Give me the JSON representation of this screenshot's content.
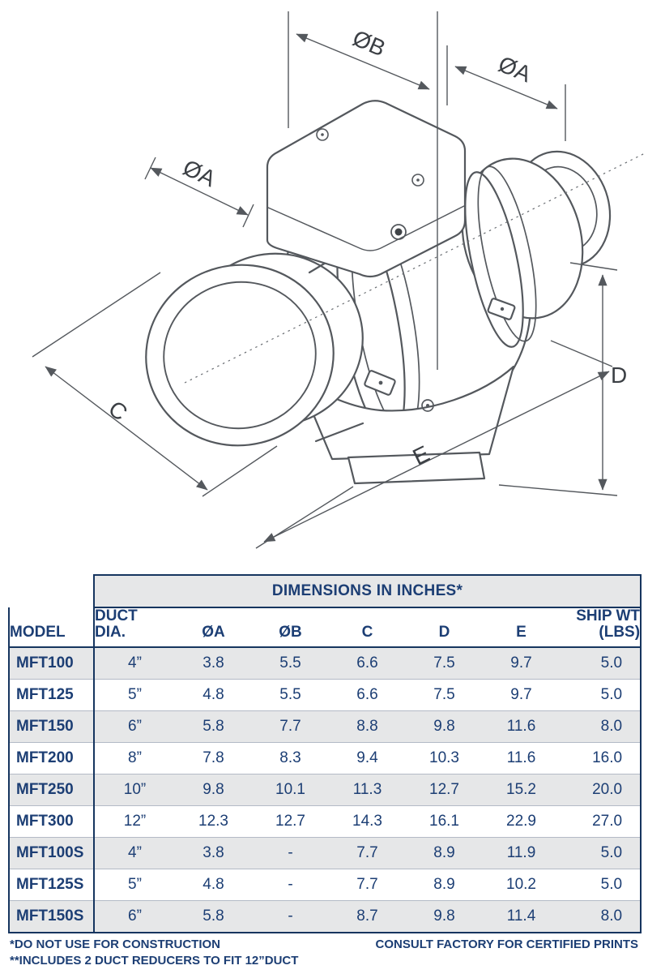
{
  "colors": {
    "text_navy": "#1c3e74",
    "row_shade": "#e6e7e8",
    "drawing_line": "#54585d"
  },
  "drawing": {
    "labels": {
      "dia_b": "ØB",
      "dia_a_right": "ØA",
      "dia_a_left": "ØA",
      "dim_c": "C",
      "dim_d": "D",
      "dim_e": "E"
    }
  },
  "table": {
    "title": "DIMENSIONS IN INCHES*",
    "header": {
      "model": "MODEL",
      "duct_line1": "DUCT",
      "duct_line2": "DIA.",
      "dia_a": "ØA",
      "dia_b": "ØB",
      "c": "C",
      "d": "D",
      "e": "E",
      "ship_line1": "SHIP WT",
      "ship_line2": "(LBS)"
    },
    "rows": [
      {
        "model": "MFT100",
        "values": [
          "4”",
          "3.8",
          "5.5",
          "6.6",
          "7.5",
          "9.7",
          "5.0"
        ]
      },
      {
        "model": "MFT125",
        "values": [
          "5”",
          "4.8",
          "5.5",
          "6.6",
          "7.5",
          "9.7",
          "5.0"
        ]
      },
      {
        "model": "MFT150",
        "values": [
          "6”",
          "5.8",
          "7.7",
          "8.8",
          "9.8",
          "11.6",
          "8.0"
        ]
      },
      {
        "model": "MFT200",
        "values": [
          "8”",
          "7.8",
          "8.3",
          "9.4",
          "10.3",
          "11.6",
          "16.0"
        ]
      },
      {
        "model": "MFT250",
        "values": [
          "10”",
          "9.8",
          "10.1",
          "11.3",
          "12.7",
          "15.2",
          "20.0"
        ]
      },
      {
        "model": "MFT300",
        "values": [
          "12”",
          "12.3",
          "12.7",
          "14.3",
          "16.1",
          "22.9",
          "27.0"
        ]
      },
      {
        "model": "MFT100S",
        "values": [
          "4”",
          "3.8",
          "-",
          "7.7",
          "8.9",
          "11.9",
          "5.0"
        ]
      },
      {
        "model": "MFT125S",
        "values": [
          "5”",
          "4.8",
          "-",
          "7.7",
          "8.9",
          "10.2",
          "5.0"
        ]
      },
      {
        "model": "MFT150S",
        "values": [
          "6”",
          "5.8",
          "-",
          "8.7",
          "9.8",
          "11.4",
          "8.0"
        ]
      }
    ]
  },
  "footnotes": {
    "left1": "*DO NOT USE FOR CONSTRUCTION",
    "right": "CONSULT FACTORY FOR CERTIFIED PRINTS",
    "left2": "**INCLUDES 2 DUCT REDUCERS TO FIT 12”DUCT"
  }
}
